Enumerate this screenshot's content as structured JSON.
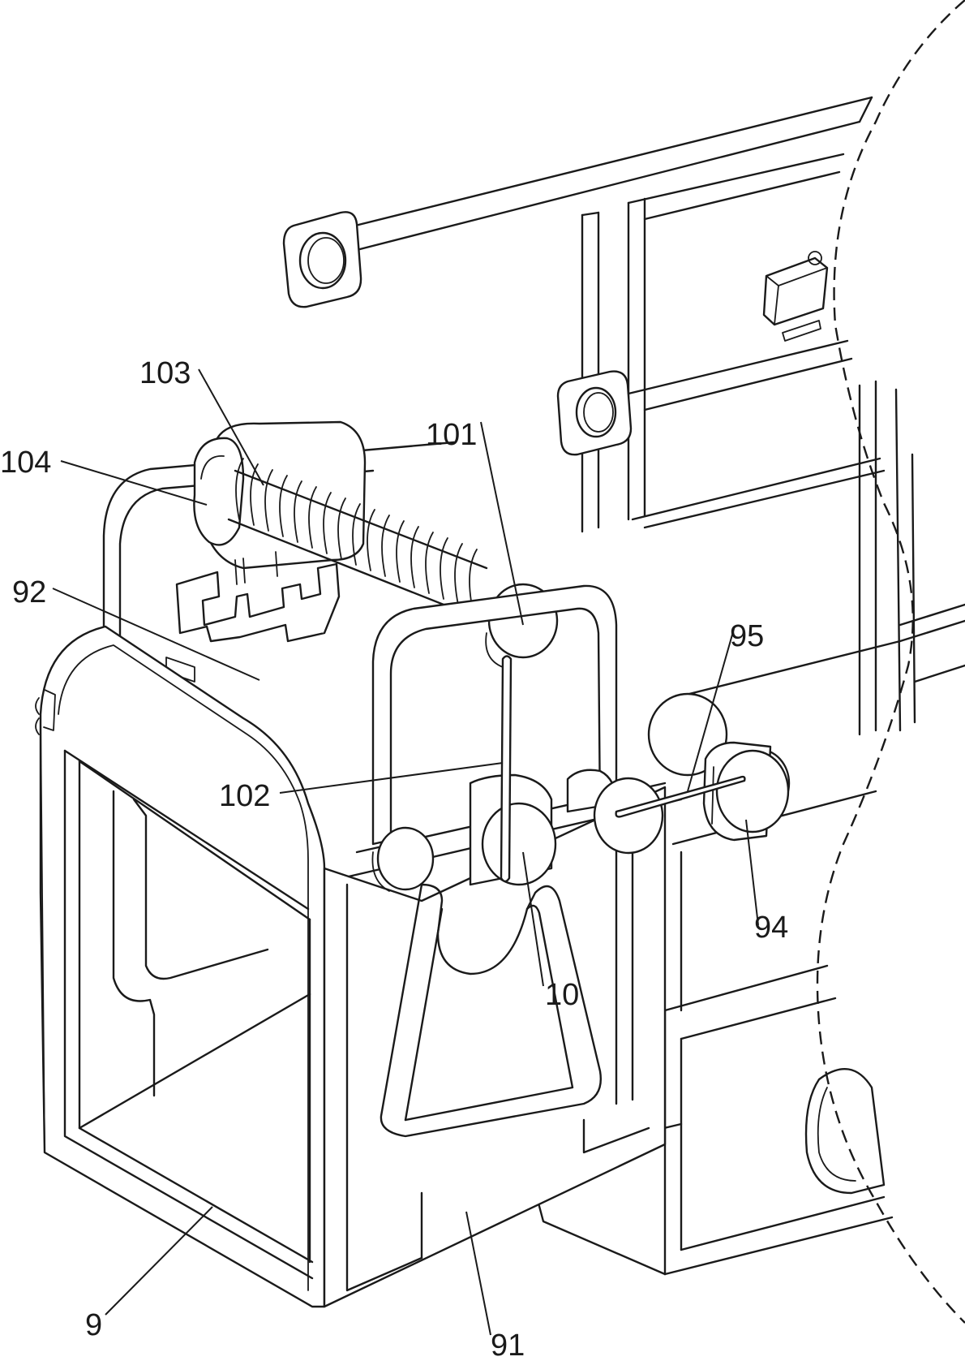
{
  "figure": {
    "labels": {
      "l103": "103",
      "l104": "104",
      "l101": "101",
      "l92": "92",
      "l95": "95",
      "l102": "102",
      "l94": "94",
      "l10": "10",
      "l9": "9",
      "l91": "91"
    }
  }
}
